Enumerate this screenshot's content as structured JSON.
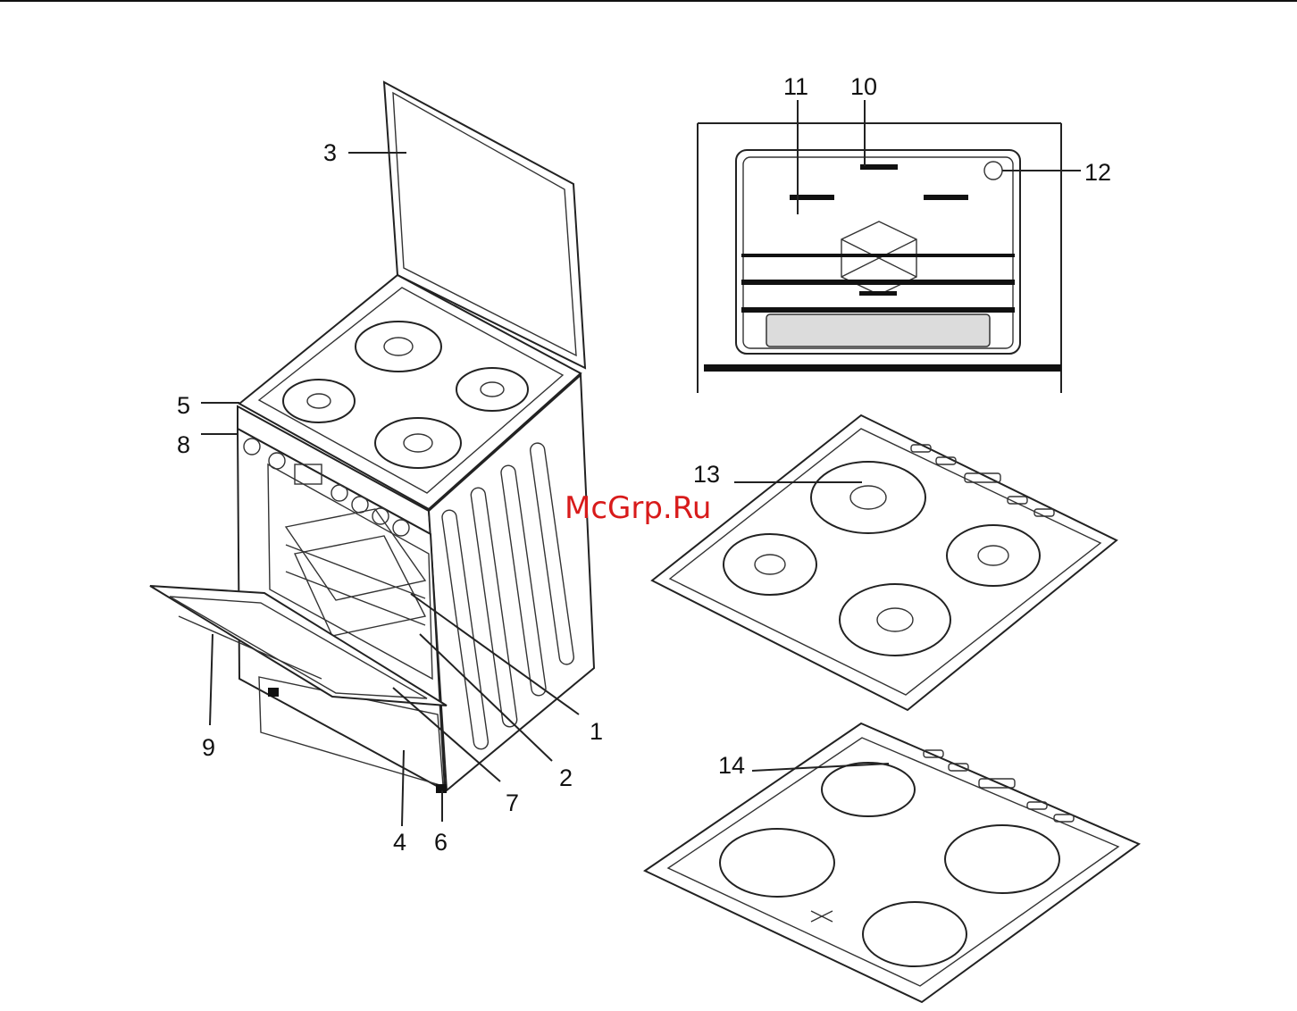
{
  "callouts": {
    "c1": "1",
    "c2": "2",
    "c3": "3",
    "c4": "4",
    "c5": "5",
    "c6": "6",
    "c7": "7",
    "c8": "8",
    "c9": "9",
    "c10": "10",
    "c11": "11",
    "c12": "12",
    "c13": "13",
    "c14": "14"
  },
  "watermark": "McGrp.Ru",
  "colors": {
    "line": "#222222",
    "watermark": "#d81b1b",
    "background": "#ffffff"
  }
}
